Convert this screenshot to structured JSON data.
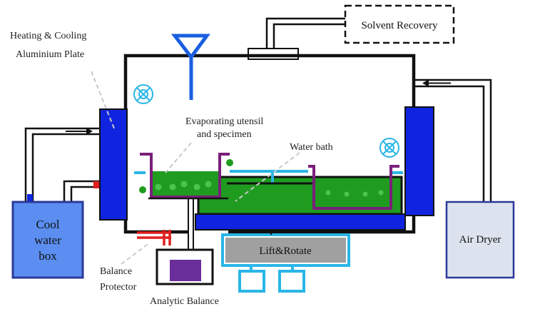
{
  "labels": {
    "heating_cooling_line1": "Heating & Cooling",
    "heating_cooling_line2": "Aluminium Plate",
    "evaporating_line1": "Evaporating utensil",
    "evaporating_line2": "and specimen",
    "water_bath": "Water bath",
    "solvent_recovery": "Solvent Recovery",
    "cool_water_line1": "Cool",
    "cool_water_line2": "water",
    "cool_water_line3": "box",
    "air_dryer": "Air Dryer",
    "lift_rotate": "Lift&Rotate",
    "balance_protector_line1": "Balance",
    "balance_protector_line2": "Protector",
    "analytic_balance": "Analytic Balance"
  },
  "colors": {
    "outline": "#111111",
    "plate_blue": "#1024e0",
    "funnel_blue": "#1a5fe0",
    "water_green": "#1f9c1f",
    "bubble_green": "#4cc44c",
    "utensil_purple": "#7a1f7a",
    "cyan": "#29b6e6",
    "red": "#e02020",
    "box_fill_blue": "#5b8ef0",
    "box_stroke_blue": "#2b3a9a",
    "dryer_fill": "#dde3ee",
    "lift_fill": "#a0a0a0",
    "balance_weight": "#6a2f9a",
    "leader_gray": "#c8c8c8"
  },
  "icons": {
    "fan": "fan-icon"
  }
}
